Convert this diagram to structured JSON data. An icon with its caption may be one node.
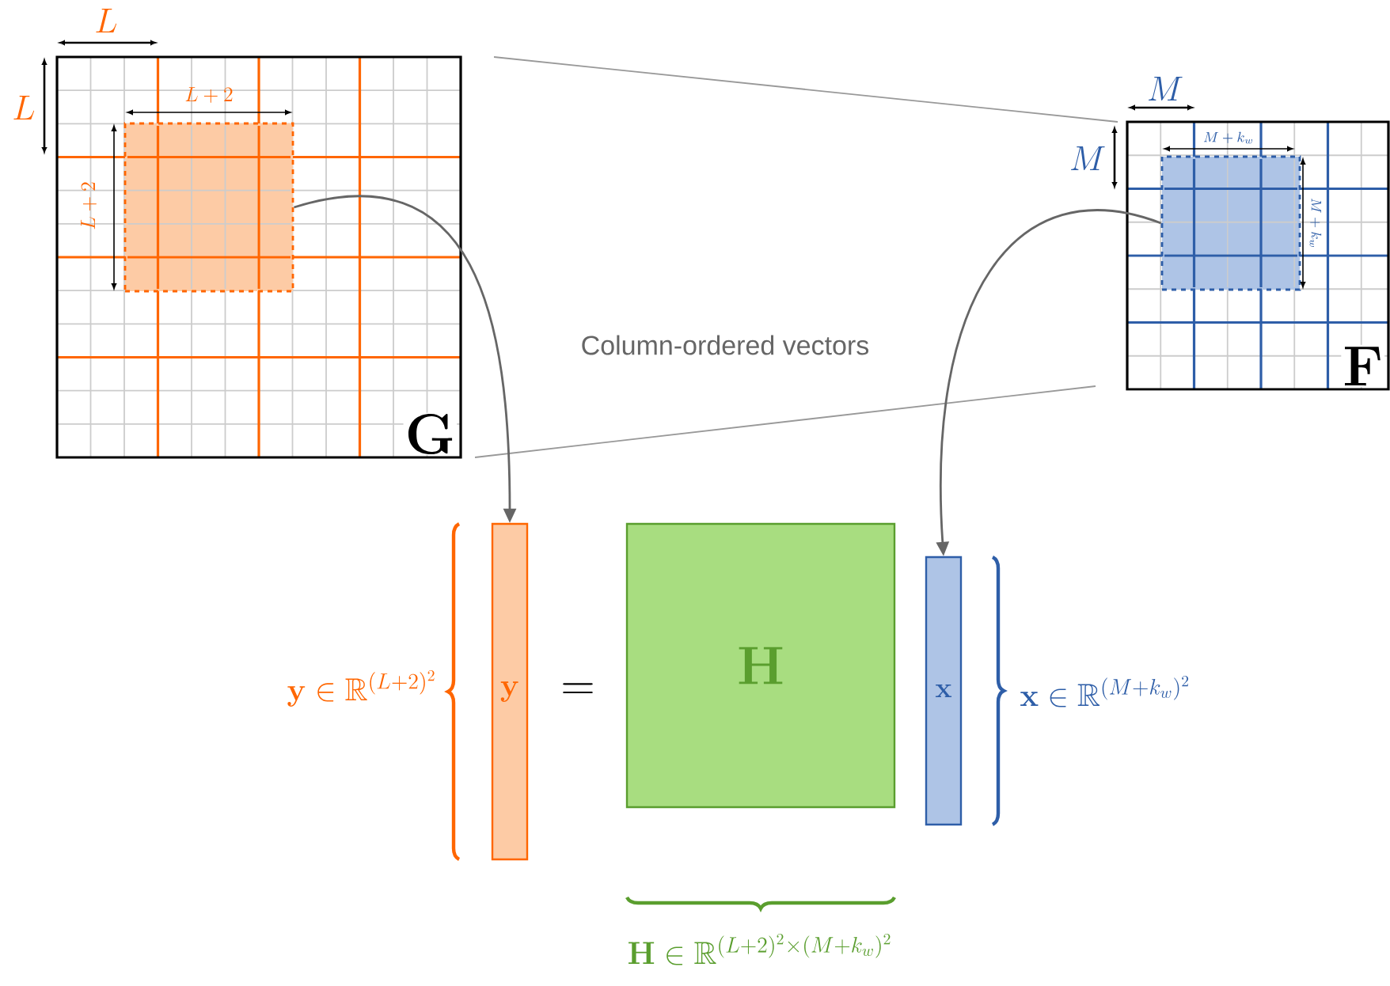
{
  "diagram": {
    "nodes": [
      {
        "text": [
          "\\mathbf{G}"
        ]
      },
      {
        "text": [],
        "shape": "box",
        "in": 0
      },
      {
        "text": [
          "\\mathbf{F}"
        ]
      },
      {
        "text": [],
        "shape": "box",
        "in": 2
      },
      {
        "text": [
          "\\mathbf{y}"
        ]
      },
      {
        "text": [
          "\\mathbf{H}"
        ]
      },
      {
        "text": [
          "\\mathbf{x}"
        ]
      }
    ],
    "edges": [
      {
        "from": 1,
        "to": 4,
        "arrow": "to"
      },
      {
        "from": 3,
        "to": 6,
        "arrow": "to"
      }
    ],
    "labels": [
      "L",
      "L",
      "L+2",
      "L+2",
      "M",
      "M",
      "M+k_w",
      "M+k_w",
      "Column-ordered vectors",
      "\\mathbf{y}\\in\\mathbb{R}^{(L+2)^2}",
      "=",
      "\\mathbf{x}\\in\\mathbb{R}^{(M+k_w)^2}",
      "\\mathbf{H}\\in\\mathbb{R}^{(L+2)^2\\times(M+k_w)^2}"
    ]
  }
}
